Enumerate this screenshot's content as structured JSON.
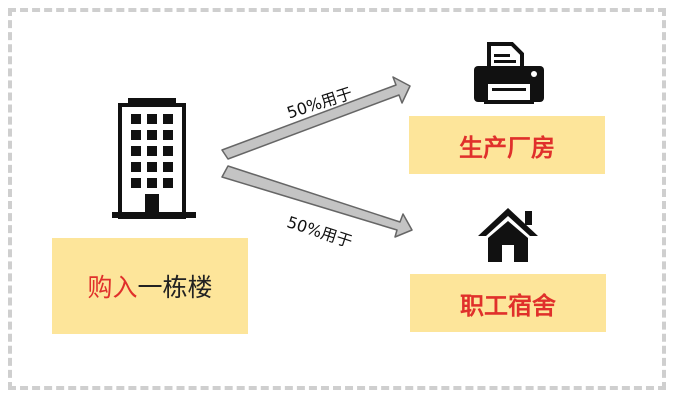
{
  "colors": {
    "box_bg": "#fde59a",
    "highlight": "#e0302b",
    "arrow_fill": "#c4c4c4",
    "arrow_stroke": "#666666",
    "icon": "#111111"
  },
  "source": {
    "highlight_text": "购入",
    "rest_text": "一栋楼",
    "icon": "building-icon"
  },
  "targets": [
    {
      "label": "生产厂房",
      "icon": "printer-icon"
    },
    {
      "label": "职工宿舍",
      "icon": "house-icon"
    }
  ],
  "arrows": [
    {
      "label": "50%用于"
    },
    {
      "label": "50%用于"
    }
  ]
}
